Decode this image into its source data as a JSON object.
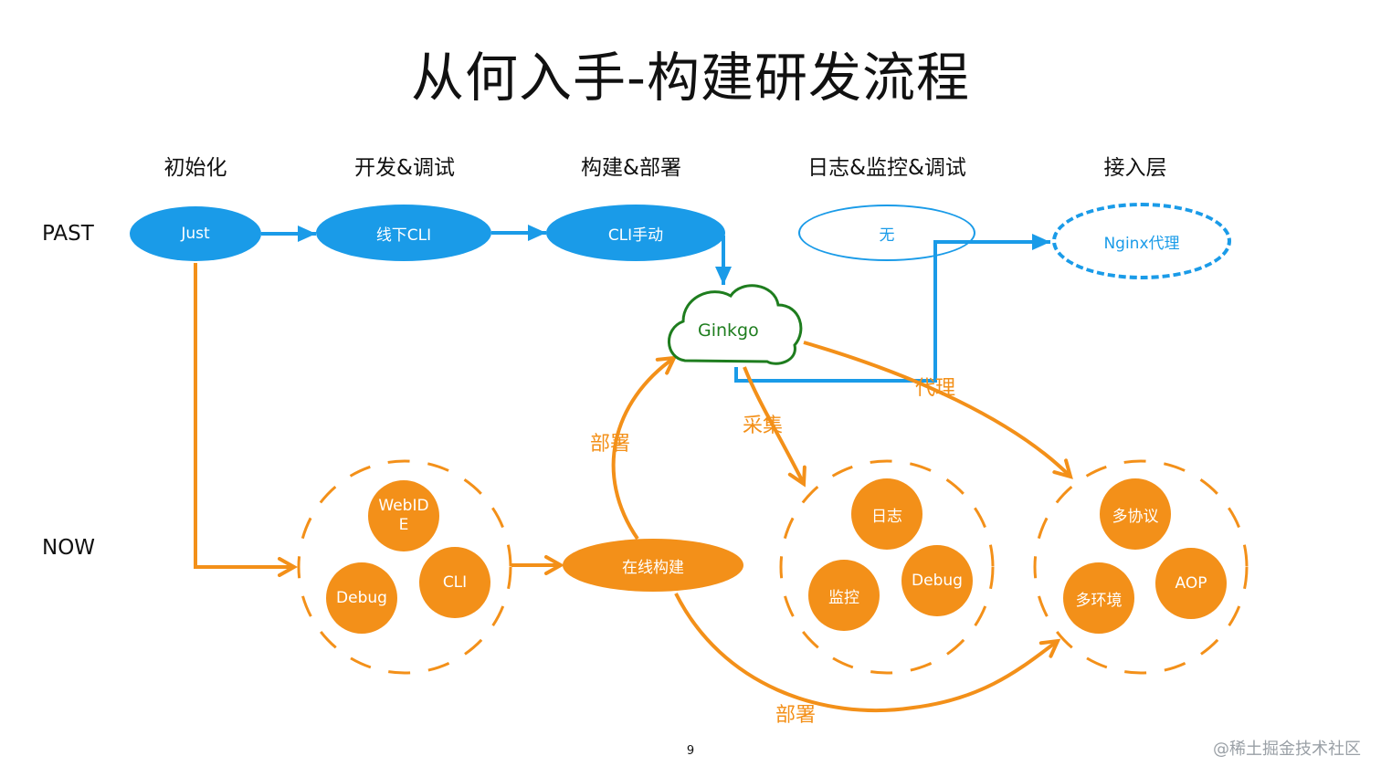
{
  "title": "从何入手-构建研发流程",
  "stages": [
    "初始化",
    "开发&调试",
    "构建&部署",
    "日志&监控&调试",
    "接入层"
  ],
  "rows": {
    "past": "PAST",
    "now": "NOW"
  },
  "past_nodes": {
    "just": "Just",
    "offline_cli": "线下CLI",
    "cli_manual": "CLI手动",
    "none": "无",
    "nginx": "Nginx代理"
  },
  "cloud": "Ginkgo",
  "now_nodes": {
    "webide": "WebIDE",
    "cli": "CLI",
    "debug": "Debug",
    "online_build": "在线构建",
    "log": "日志",
    "monitor": "监控",
    "debug2": "Debug",
    "multi_protocol": "多协议",
    "multi_env": "多环境",
    "aop": "AOP"
  },
  "edge_labels": {
    "deploy_up": "部署",
    "collect": "采集",
    "proxy": "代理",
    "deploy_down": "部署"
  },
  "colors": {
    "blue": "#1a9be8",
    "orange": "#f39019",
    "cloud": "#1e7d1e"
  },
  "page_number": "9",
  "watermark": "@稀土掘金技术社区"
}
